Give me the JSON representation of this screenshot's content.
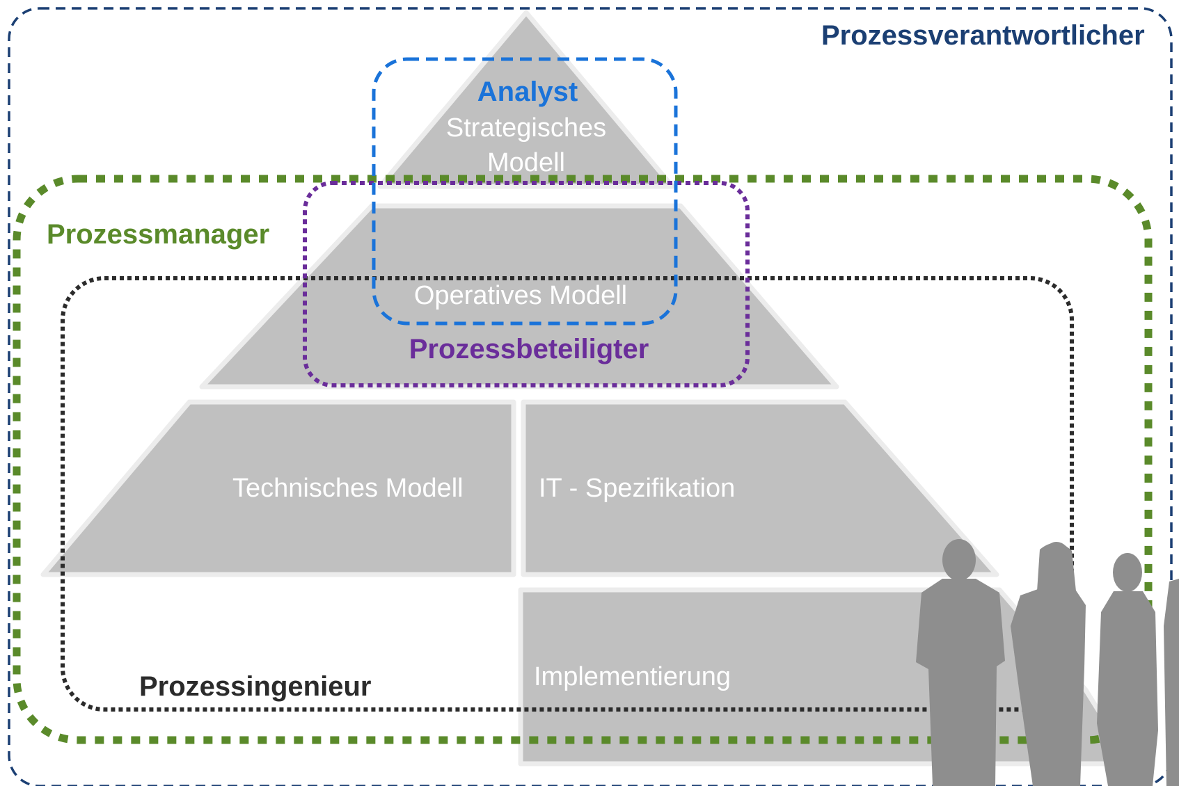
{
  "roles": {
    "prozessverantwortlicher": "Prozessverantwortlicher",
    "prozessmanager": "Prozessmanager",
    "analyst": "Analyst",
    "prozessbeteiligter": "Prozessbeteiligter",
    "prozessingenieur": "Prozessingenieur"
  },
  "layers": {
    "strategic_line1": "Strategisches",
    "strategic_line2": "Modell",
    "operative": "Operatives Modell",
    "technical": "Technisches Modell",
    "it_spec": "IT - Spezifikation",
    "implementation": "Implementierung"
  },
  "colors": {
    "prozessverantwortlicher": "#1b3f73",
    "prozessmanager": "#5a8a2a",
    "analyst": "#1a73d9",
    "prozessbeteiligter": "#6a2d9a",
    "prozessingenieur": "#2b2b2b",
    "layer_fill": "#c0c0c0",
    "layer_edge": "#ececec",
    "silhouette": "#8e8e8e"
  }
}
